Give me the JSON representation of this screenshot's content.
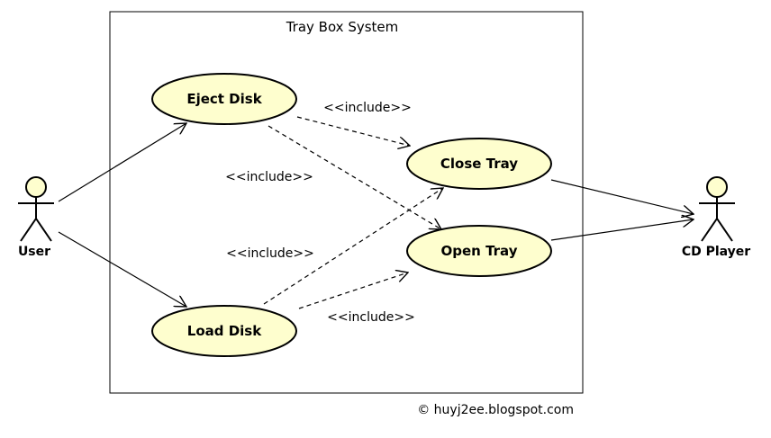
{
  "system": {
    "title": "Tray Box System"
  },
  "actors": {
    "user": "User",
    "cd_player": "CD Player"
  },
  "use_cases": {
    "eject": "Eject Disk",
    "load": "Load Disk",
    "close": "Close Tray",
    "open": "Open Tray"
  },
  "relations": {
    "eject_close": "<<include>>",
    "eject_open": "<<include>>",
    "load_close": "<<include>>",
    "load_open": "<<include>>"
  },
  "footer": {
    "credit": "© huyj2ee.blogspot.com"
  },
  "colors": {
    "use_case_fill": "#fefece",
    "stroke": "#000000"
  }
}
